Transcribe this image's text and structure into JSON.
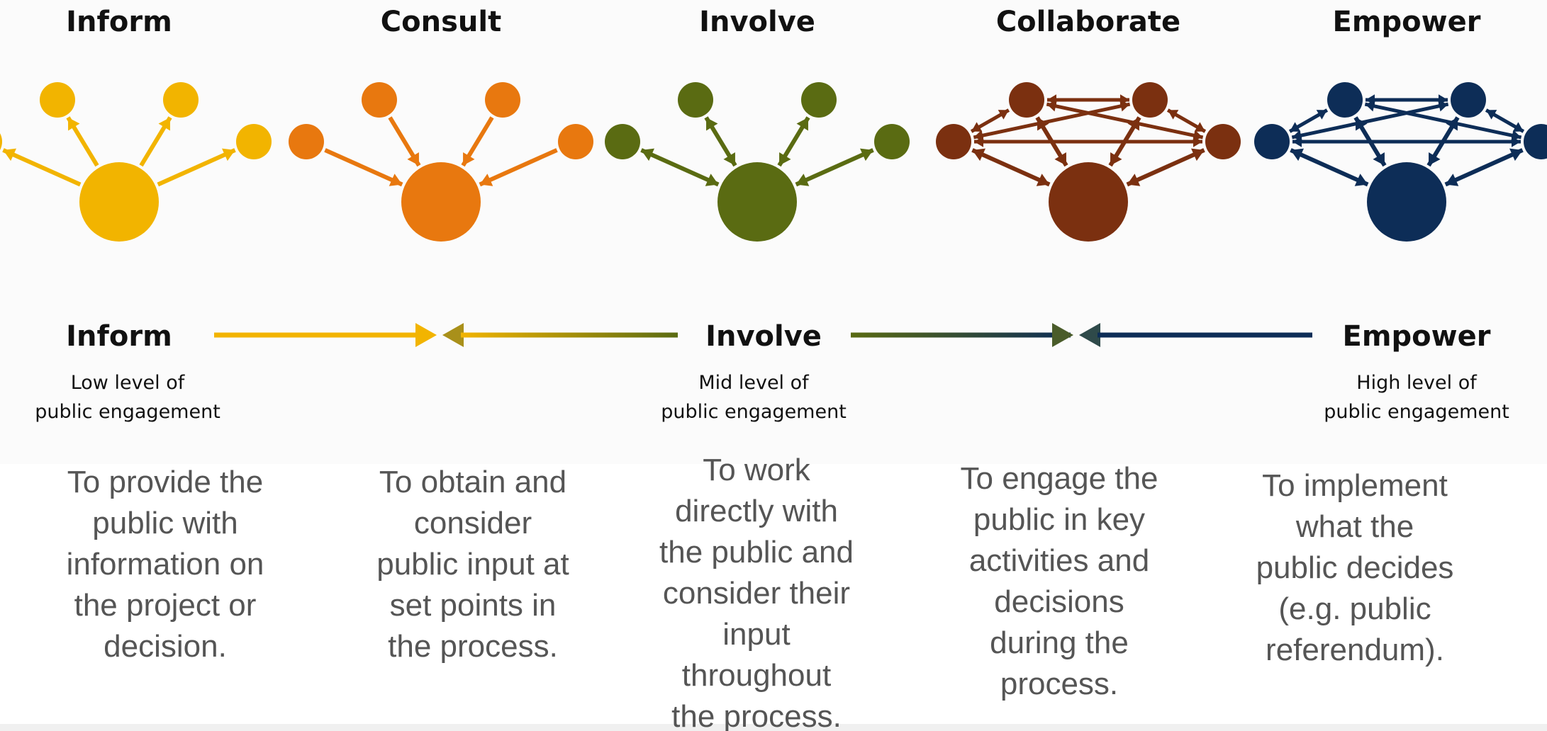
{
  "colors": {
    "inform": "#f2b400",
    "consult": "#e8780f",
    "involve": "#5a6b12",
    "collaborate": "#7b3010",
    "empower": "#0d2d57",
    "description_text": "#555555",
    "label_text": "#111111"
  },
  "levels": [
    {
      "key": "inform",
      "title": "Inform",
      "icon": "broadcast-outward-arrows",
      "description": [
        "To provide the",
        "public with",
        "information on",
        "the project or",
        "decision."
      ]
    },
    {
      "key": "consult",
      "title": "Consult",
      "icon": "inward-feedback-arrows",
      "description": [
        "To obtain and",
        "consider",
        "public input at",
        "set points in",
        "the process."
      ]
    },
    {
      "key": "involve",
      "title": "Involve",
      "icon": "two-way-arrows",
      "description": [
        "To work",
        "directly with",
        "the public and",
        "consider their",
        "input",
        "throughout",
        "the process."
      ]
    },
    {
      "key": "collaborate",
      "title": "Collaborate",
      "icon": "interconnected-network-arrows",
      "description": [
        "To engage the",
        "public in key",
        "activities and",
        "decisions",
        "during the",
        "process."
      ]
    },
    {
      "key": "empower",
      "title": "Empower",
      "icon": "dense-network-arrows",
      "description": [
        "To implement",
        "what the",
        "public decides",
        "(e.g. public",
        "referendum)."
      ]
    }
  ],
  "scale": {
    "low": {
      "label": "Inform",
      "sub1": "Low level of",
      "sub2": "public engagement"
    },
    "mid": {
      "label": "Involve",
      "sub1": "Mid level of",
      "sub2": "public engagement"
    },
    "high": {
      "label": "Empower",
      "sub1": "High level of",
      "sub2": "public engagement"
    }
  }
}
